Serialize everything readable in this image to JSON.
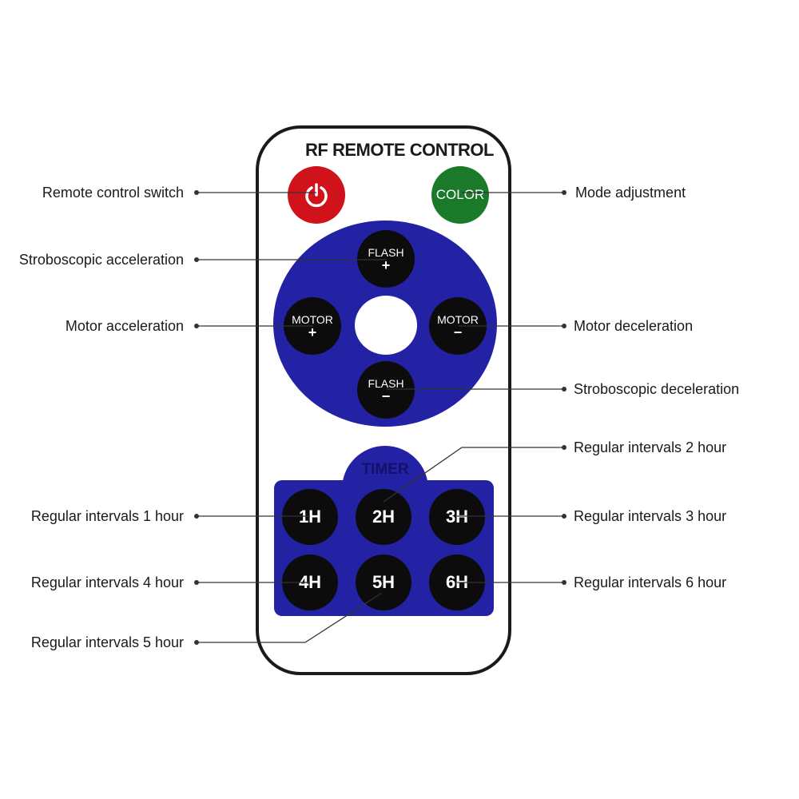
{
  "remote": {
    "title": "RF REMOTE CONTROL",
    "power_icon": "power-icon",
    "color_label": "COLOR",
    "flash_up": {
      "line1": "FLASH",
      "line2": "+"
    },
    "flash_down": {
      "line1": "FLASH",
      "line2": "−"
    },
    "motor_left": {
      "line1": "MOTOR",
      "line2": "+"
    },
    "motor_right": {
      "line1": "MOTOR",
      "line2": "−"
    },
    "timer_label": "TIMER",
    "timer_keys": [
      "1H",
      "2H",
      "3H",
      "4H",
      "5H",
      "6H"
    ],
    "colors": {
      "blue": "#2321a4",
      "red": "#d0121b",
      "green": "#1a7a2a",
      "key": "#0c0c0c"
    }
  },
  "callouts": {
    "remote_switch": "Remote control switch",
    "mode_adjustment": "Mode adjustment",
    "strobe_accel": "Stroboscopic acceleration",
    "motor_accel": "Motor acceleration",
    "motor_decel": "Motor deceleration",
    "strobe_decel": "Stroboscopic deceleration",
    "interval_1": "Regular intervals 1 hour",
    "interval_2": "Regular intervals 2 hour",
    "interval_3": "Regular intervals 3 hour",
    "interval_4": "Regular intervals 4 hour",
    "interval_5": "Regular intervals 5 hour",
    "interval_6": "Regular intervals 6 hour"
  }
}
